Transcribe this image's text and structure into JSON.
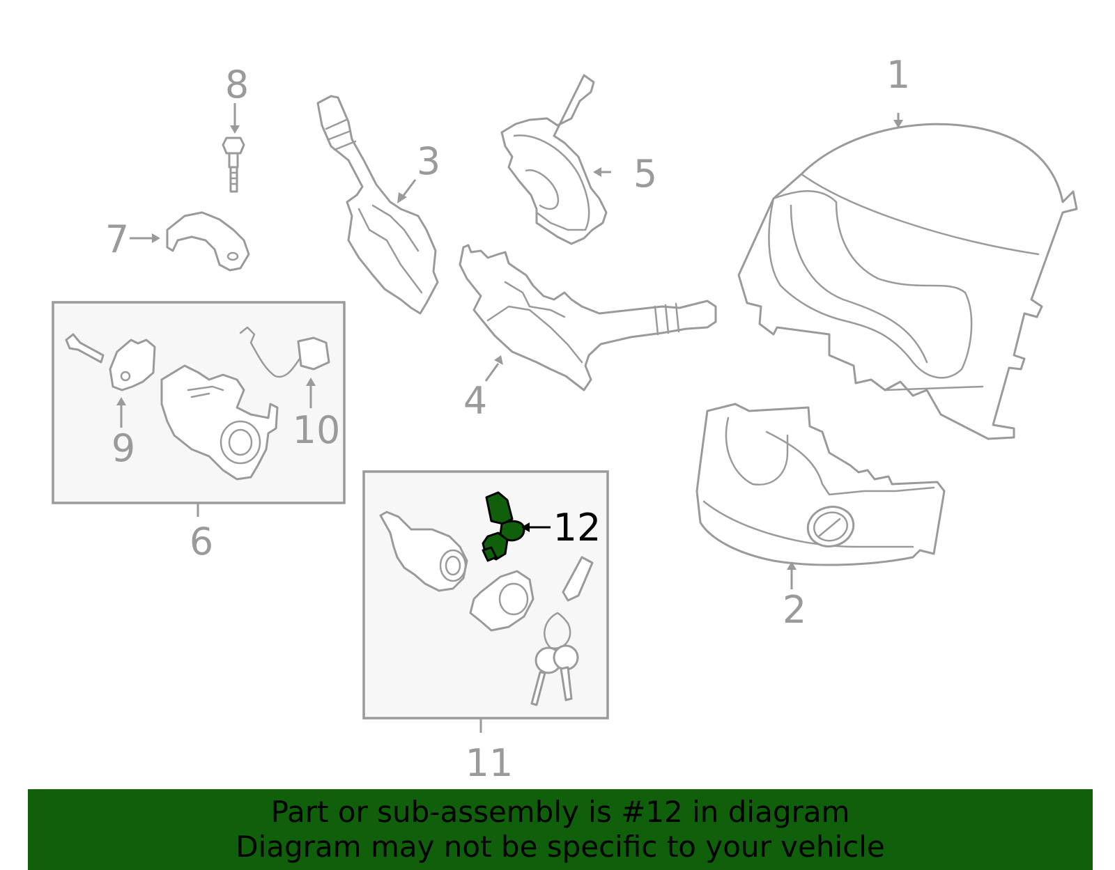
{
  "diagram": {
    "highlight_color": "#0f5f0b",
    "callout_color": "#9a9a9a",
    "highlighted_part": "12",
    "callouts": {
      "c1": "1",
      "c2": "2",
      "c3": "3",
      "c4": "4",
      "c5": "5",
      "c6": "6",
      "c7": "7",
      "c8": "8",
      "c9": "9",
      "c10": "10",
      "c11": "11",
      "c12": "12"
    }
  },
  "banner": {
    "background": "#0f5f0b",
    "line1": "Part or sub-assembly is #12 in diagram",
    "line2": "Diagram may not be specific to your vehicle"
  }
}
